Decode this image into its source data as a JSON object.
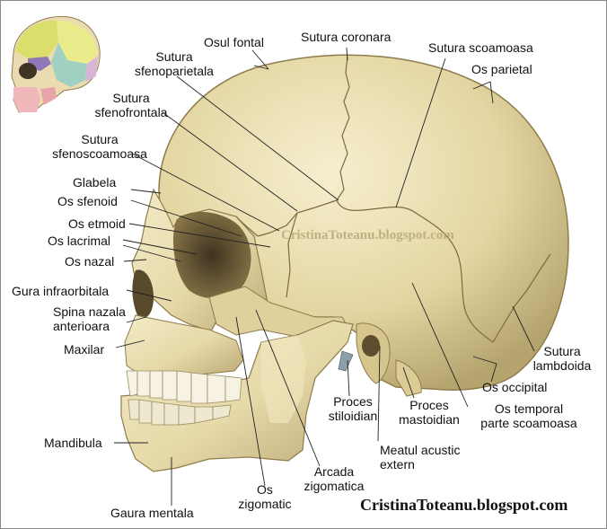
{
  "watermark_center": "CristinaToteanu.blogspot.com",
  "watermark_bottom": "CristinaToteanu.blogspot.com",
  "labels": {
    "osul_fontal": "Osul fontal",
    "sutura_coronara": "Sutura coronara",
    "sutura_scoamoasa": "Sutura scoamoasa",
    "os_parietal": "Os parietal",
    "sutura_sfenoparietala_1": "Sutura",
    "sutura_sfenoparietala_2": "sfenoparietala",
    "sutura_sfenofrontala_1": "Sutura",
    "sutura_sfenofrontala_2": "sfenofrontala",
    "sutura_sfenoscoamoasa_1": "Sutura",
    "sutura_sfenoscoamoasa_2": "sfenoscoamoasa",
    "glabela": "Glabela",
    "os_sfenoid": "Os sfenoid",
    "os_etmoid": "Os etmoid",
    "os_lacrimal": "Os lacrimal",
    "os_nazal": "Os nazal",
    "gura_infraorbitala": "Gura infraorbitala",
    "spina_nazala_1": "Spina nazala",
    "spina_nazala_2": "anterioara",
    "maxilar": "Maxilar",
    "mandibula": "Mandibula",
    "gaura_mentala": "Gaura mentala",
    "os_zigomatic_1": "Os",
    "os_zigomatic_2": "zigomatic",
    "arcada_zigomatica_1": "Arcada",
    "arcada_zigomatica_2": "zigomatica",
    "meatul_acustic_1": "Meatul acustic",
    "meatul_acustic_2": "extern",
    "proces_stiloidian_1": "Proces",
    "proces_stiloidian_2": "stiloidian",
    "proces_mastoidian_1": "Proces",
    "proces_mastoidian_2": "mastoidian",
    "os_temporal_1": "Os temporal",
    "os_temporal_2": "parte scoamoasa",
    "os_occipital": "Os occipital",
    "sutura_lambdoida_1": "Sutura",
    "sutura_lambdoida_2": "lambdoida"
  }
}
